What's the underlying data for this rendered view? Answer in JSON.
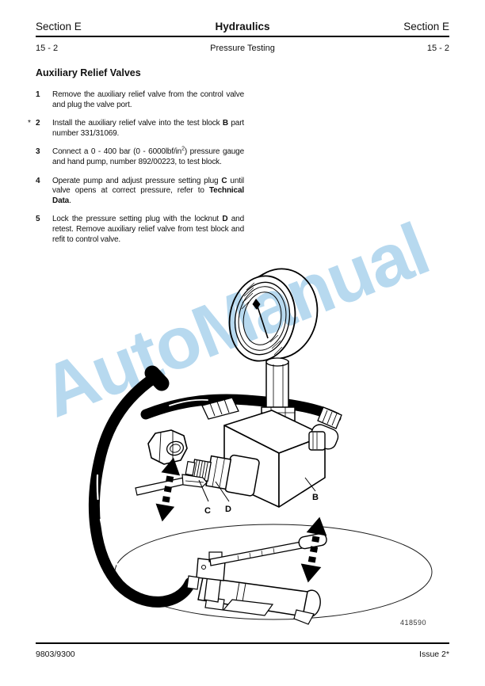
{
  "header": {
    "section_left": "Section E",
    "title": "Hydraulics",
    "section_right": "Section E",
    "page_left": "15 - 2",
    "subtitle": "Pressure Testing",
    "page_right": "15 - 2"
  },
  "section_title": "Auxiliary Relief Valves",
  "steps": [
    {
      "num": "1",
      "star": "",
      "segs": [
        {
          "t": "Remove the auxiliary relief valve from the control valve and plug the valve port."
        }
      ]
    },
    {
      "num": "2",
      "star": "*",
      "segs": [
        {
          "t": "Install the auxiliary relief valve into the test block "
        },
        {
          "t": "B"
        },
        {
          "t": " part number 331/31069."
        }
      ]
    },
    {
      "num": "3",
      "star": "",
      "segs": [
        {
          "t": "Connect a 0 - 400 bar (0 - 6000lbf/in"
        },
        {
          "t": "2"
        },
        {
          "t": ") pressure gauge and hand pump, number 892/00223, to test block."
        }
      ]
    },
    {
      "num": "4",
      "star": "",
      "segs": [
        {
          "t": "Operate pump and adjust pressure setting plug "
        },
        {
          "t": "C"
        },
        {
          "t": " until valve opens at correct pressure, refer to "
        },
        {
          "t": "Technical Data"
        },
        {
          "t": "."
        }
      ]
    },
    {
      "num": "5",
      "star": "",
      "segs": [
        {
          "t": "Lock the pressure setting plug with the locknut "
        },
        {
          "t": "D"
        },
        {
          "t": " and retest. Remove auxiliary relief valve from test block and refit to control valve."
        }
      ]
    }
  ],
  "figure": {
    "number": "418590",
    "watermark": "AutoManual",
    "labels": {
      "b": "B",
      "c": "C",
      "d": "D"
    },
    "colors": {
      "watermark": "#b7d9ef",
      "line": "#000000"
    }
  },
  "footer": {
    "left": "9803/9300",
    "right": "Issue 2*"
  }
}
